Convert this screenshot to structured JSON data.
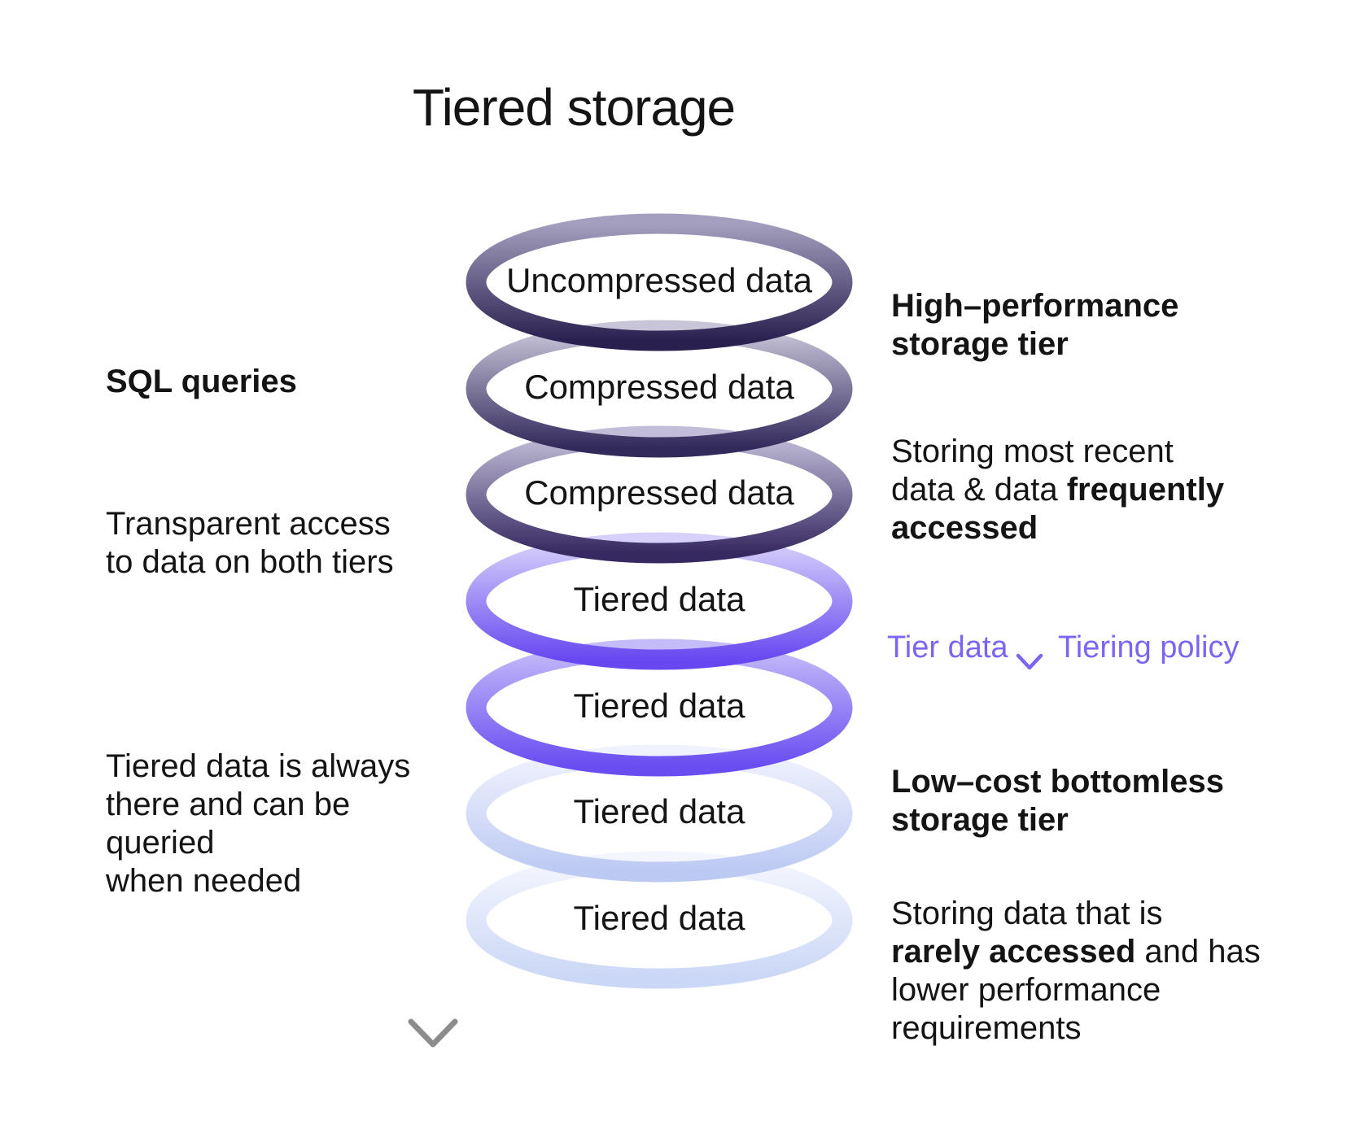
{
  "title": "Tiered storage",
  "left_labels": {
    "sql_queries": "SQL queries",
    "transparent_access": "Transparent access\nto data on both tiers",
    "tiered_always": "Tiered data is always\nthere and can be\nqueried\nwhen needed"
  },
  "rings": [
    {
      "label": "Uncompressed data",
      "top_color": "#a49fbe",
      "bottom_color": "#2a2050"
    },
    {
      "label": "Compressed data",
      "top_color": "#c8c5d9",
      "bottom_color": "#332a5c"
    },
    {
      "label": "Compressed data",
      "top_color": "#c2bdd8",
      "bottom_color": "#362961"
    },
    {
      "label": "Tiered data",
      "top_color": "#d6d0fb",
      "bottom_color": "#6748f0"
    },
    {
      "label": "Tiered data",
      "top_color": "#c4bbf9",
      "bottom_color": "#6a4df1"
    },
    {
      "label": "Tiered data",
      "top_color": "#f0f2fd",
      "bottom_color": "#bcc9f3"
    },
    {
      "label": "Tiered data",
      "top_color": "#f4f6fe",
      "bottom_color": "#cbd7f6"
    }
  ],
  "right_annotations": {
    "high_tier_title": "High–performance\nstorage tier",
    "high_tier_desc_normal": "Storing most recent\ndata & data ",
    "high_tier_desc_bold": "frequently\naccessed",
    "tier_data_label": "Tier data",
    "tiering_policy_label": "Tiering policy",
    "low_tier_title": "Low–cost bottomless\nstorage tier",
    "low_tier_desc_normal_1": "Storing data that is\n",
    "low_tier_desc_bold": "rarely accessed",
    "low_tier_desc_normal_2": " and has\nlower performance\nrequirements"
  },
  "colors": {
    "accent_purple": "#7d64f1",
    "text": "#141414",
    "flow_arrow_gray_top": "#c6c6c6",
    "flow_arrow_gray_bottom": "#7e7e7e",
    "tiering_arrow_top": "#c9c1f9",
    "tiering_arrow_bottom": "#7d64f1",
    "background": "#ffffff"
  }
}
